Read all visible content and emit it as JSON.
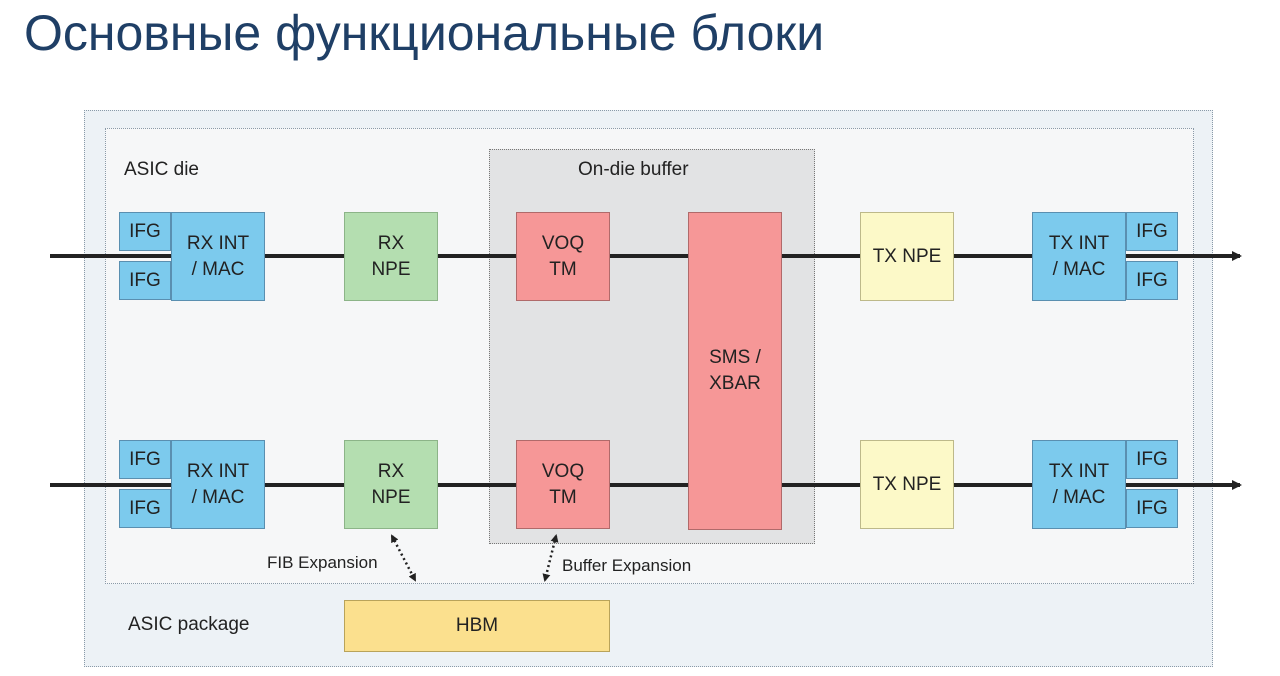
{
  "title": "Основные функциональные блоки",
  "labels": {
    "asic_die": "ASIC die",
    "on_die_buffer": "On-die buffer",
    "asic_package": "ASIC package",
    "fib_expansion": "FIB Expansion",
    "buffer_expansion": "Buffer Expansion"
  },
  "blocks": {
    "ifg": "IFG",
    "rx_int_mac": "RX INT\n/ MAC",
    "rx_npe": "RX\nNPE",
    "voq_tm": "VOQ\nTM",
    "sms_xbar": "SMS /\nXBAR",
    "tx_npe": "TX NPE",
    "tx_int_mac": "TX INT\n/ MAC",
    "hbm": "HBM"
  },
  "colors": {
    "title": "#1f3f66",
    "interface": "#7ccaed",
    "rx_npe": "#b4deb0",
    "voq_sms": "#f69797",
    "tx_npe": "#fcf9c8",
    "hbm": "#fbe08e",
    "package_bg": "#edf2f6",
    "buffer_bg": "#e2e3e4"
  }
}
